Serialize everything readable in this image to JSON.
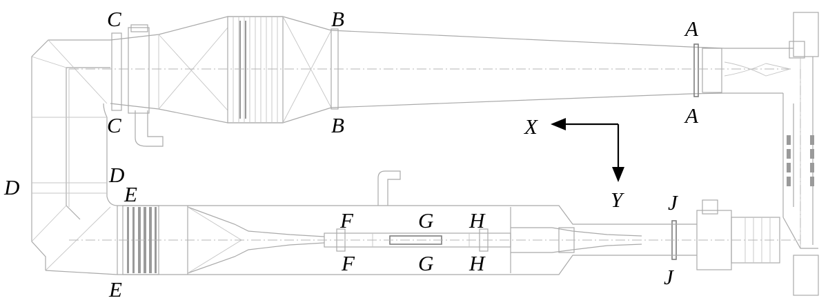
{
  "section_labels": {
    "A": "A",
    "B": "B",
    "C": "C",
    "D": "D",
    "E": "E",
    "F": "F",
    "G": "G",
    "H": "H",
    "J": "J"
  },
  "axes": {
    "x_label": "X",
    "y_label": "Y"
  }
}
